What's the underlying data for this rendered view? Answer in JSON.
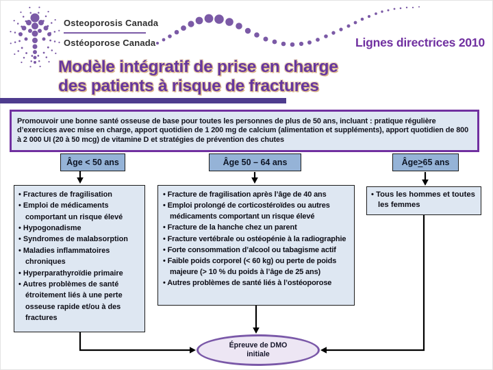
{
  "logo": {
    "icon": "dotted-figure-logo",
    "name_en": "Osteoporosis Canada",
    "name_fr": "Ostéoporose Canada",
    "decoration": "dot-wave"
  },
  "slide": {
    "guidelines_label": "Lignes directrices 2010",
    "title_line1": "Modèle intégratif de prise en charge",
    "title_line2": "des patients à risque de fractures"
  },
  "intro_box": {
    "text": "Promouvoir une bonne santé osseuse de base pour toutes les personnes de plus de 50 ans, incluant : pratique régulière d’exercices avec mise en charge, apport quotidien de 1 200 mg de calcium (alimentation et suppléments), apport quotidien de 800 à 2 000 UI (20 à 50 mcg) de vitamine D et stratégies de prévention des chutes"
  },
  "columns": [
    {
      "header": "Âge < 50 ans",
      "items": [
        "Fractures de fragilisation",
        "Emploi de médicaments comportant un risque élevé",
        "Hypogonadisme",
        "Syndromes de malabsorption",
        "Maladies inflammatoires chroniques",
        "Hyperparathyroïdie primaire",
        "Autres problèmes de santé étroitement liés à une perte osseuse rapide et/ou à des fractures"
      ]
    },
    {
      "header": "Âge 50 – 64 ans",
      "items": [
        "Fracture de fragilisation après l’âge de 40 ans",
        "Emploi prolongé de corticostéroïdes ou autres médicaments comportant un risque élevé",
        "Fracture de la hanche chez un parent",
        "Fracture vertébrale ou ostéopénie à la radiographie",
        "Forte consommation d’alcool ou tabagisme actif",
        "Faible poids corporel (< 60 kg) ou perte de poids majeure (> 10 % du poids à l’âge de 25 ans)",
        "Autres problèmes de santé liés à l’ostéoporose"
      ]
    },
    {
      "header_pre": "Âge ",
      "header_op": ">",
      "header_post": " 65 ans",
      "items": [
        "Tous les hommes et toutes les femmes"
      ]
    }
  ],
  "terminal": {
    "line1": "Épreuve de DMO",
    "line2": "initiale"
  },
  "colors": {
    "brand-purple": "#7B5AA6",
    "title-purple": "#66379E",
    "accent-purple": "#7030A0",
    "underline-purple": "#4E3C8E",
    "header-fill": "#95B3D7",
    "box-fill": "#DEE7F2",
    "box-border": "#1a1a1a",
    "ellipse-fill": "#EDE6F4",
    "ellipse-border": "#7A58A8",
    "text-dark": "#12121c"
  }
}
